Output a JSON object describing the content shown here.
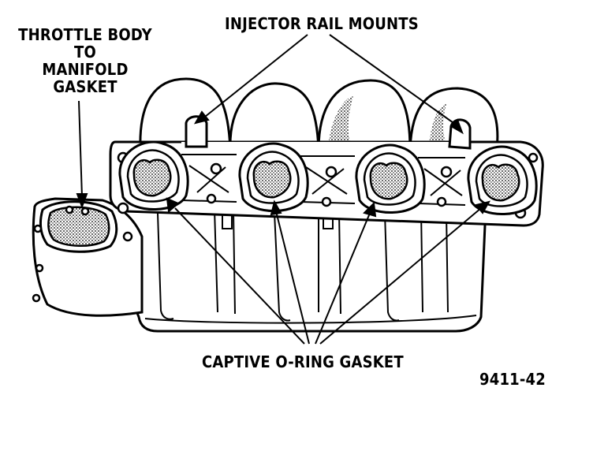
{
  "labels": {
    "throttle_gasket": [
      "THROTTLE BODY",
      "TO",
      "MANIFOLD",
      "GASKET"
    ],
    "injector_mounts": "INJECTOR RAIL MOUNTS",
    "oring_gasket": "CAPTIVE O-RING GASKET",
    "figure_id": "9411-42"
  },
  "colors": {
    "ink": "#000000",
    "paper": "#ffffff",
    "shade": "#8f8f8f"
  }
}
